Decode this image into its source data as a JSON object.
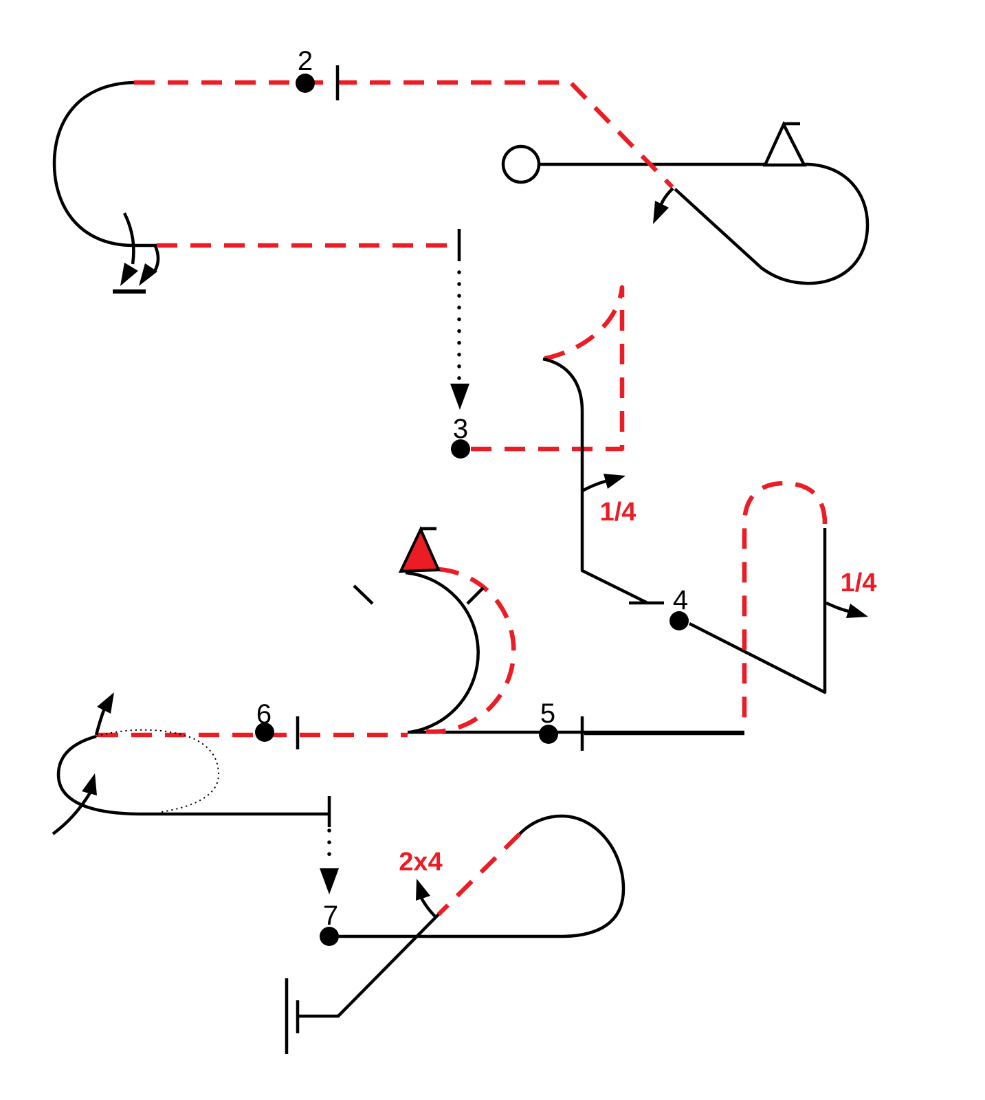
{
  "diagram": {
    "description": "Aerobatic sequence diagram, figures 2 through 7",
    "background": "#FFFFFF",
    "colors": {
      "upright_line": "#000000",
      "inverted_line": "#EC1C24",
      "spin_triangle_fill": "#EC1C24"
    },
    "figure_markers": [
      {
        "label": "2"
      },
      {
        "label": "3"
      },
      {
        "label": "4"
      },
      {
        "label": "5"
      },
      {
        "label": "6"
      },
      {
        "label": "7"
      }
    ],
    "roll_annotations": [
      {
        "text": "1/4"
      },
      {
        "text": "1/4"
      },
      {
        "text": "2x4"
      }
    ]
  }
}
